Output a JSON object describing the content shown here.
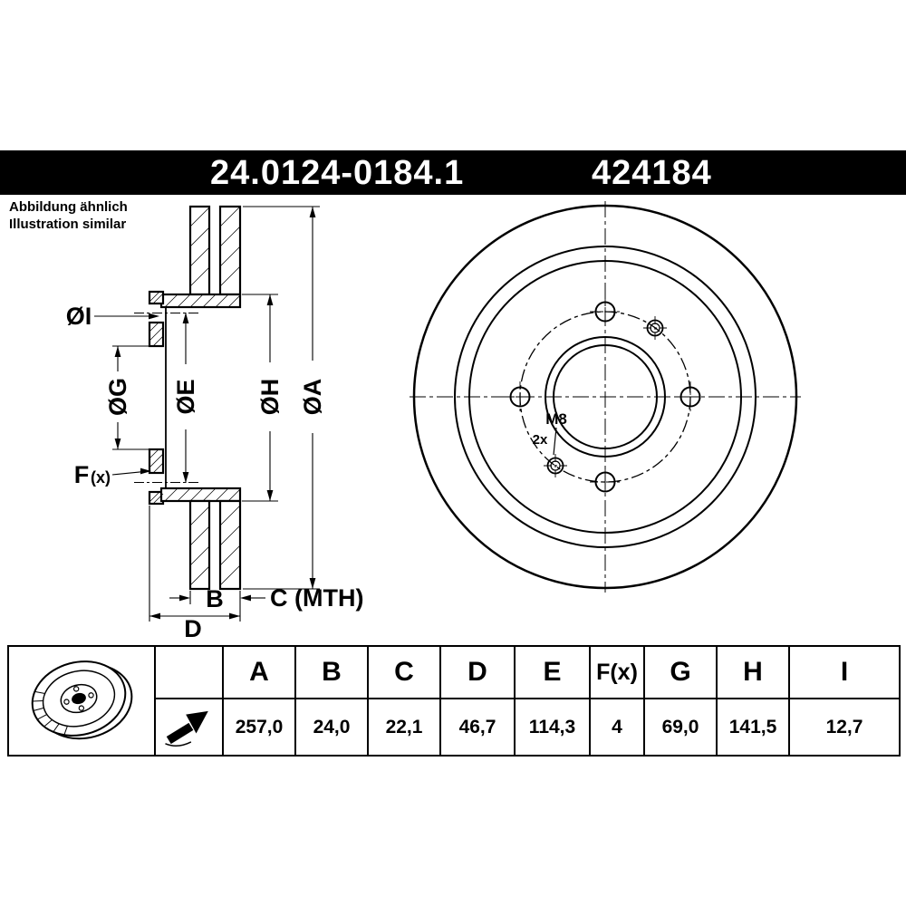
{
  "header": {
    "part_number": "24.0124-0184.1",
    "reference_number": "424184"
  },
  "note": {
    "line1": "Abbildung ähnlich",
    "line2": "Illustration similar"
  },
  "drawing": {
    "dim_labels": {
      "i": "ØI",
      "g": "ØG",
      "e": "ØE",
      "h": "ØH",
      "a": "ØA",
      "f": "F",
      "f_sub": "(x)",
      "b": "B",
      "c": "C (MTH)",
      "d": "D"
    },
    "thread": {
      "label": "M8",
      "count": "2x"
    }
  },
  "table": {
    "headers": [
      "A",
      "B",
      "C",
      "D",
      "E",
      "F(x)",
      "G",
      "H",
      "I"
    ],
    "values": [
      "257,0",
      "24,0",
      "22,1",
      "46,7",
      "114,3",
      "4",
      "69,0",
      "141,5",
      "12,7"
    ]
  },
  "colors": {
    "line": "#000000",
    "header_bg": "#000000",
    "header_text": "#ffffff",
    "background": "#ffffff"
  }
}
